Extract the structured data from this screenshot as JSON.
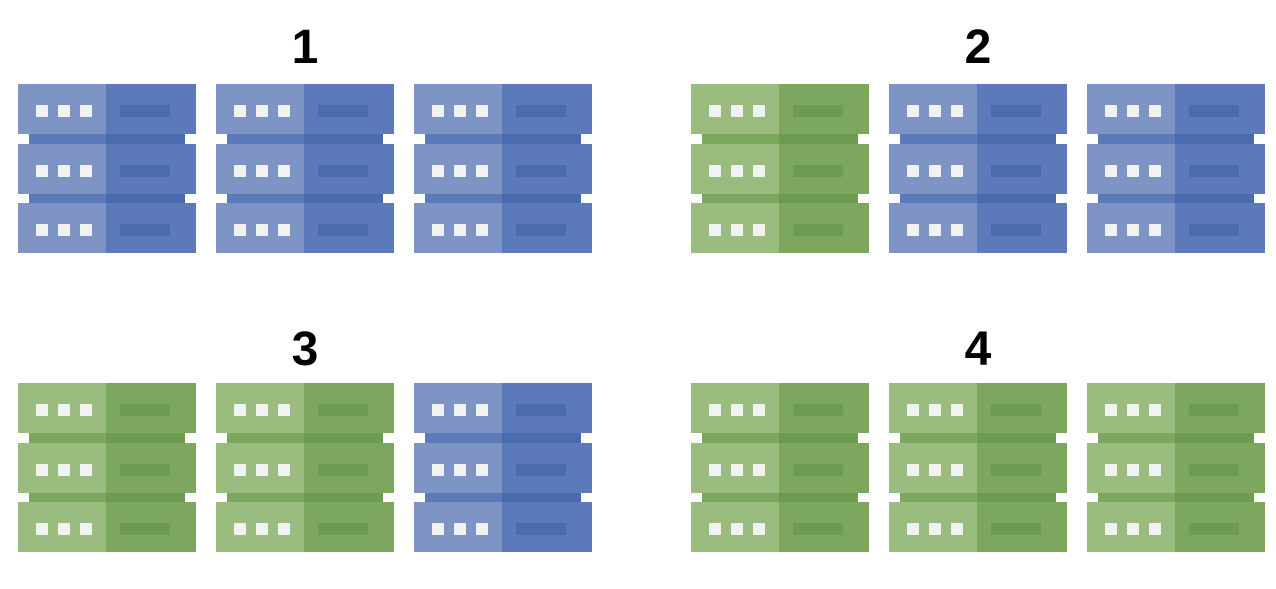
{
  "diagram": {
    "title": "server-migration-steps",
    "background": "#ffffff",
    "label_color": "#000000",
    "colors": {
      "blue": {
        "light": "#7d94c4",
        "dark": "#5c7ab9",
        "darker": "#4a6cae"
      },
      "green": {
        "light": "#9abc7f",
        "dark": "#7da65e",
        "darker": "#6d9b4f"
      },
      "led": "#f1f3f2"
    },
    "servers_per_rack": 3,
    "racks_per_group": 3,
    "groups": [
      {
        "label": "1",
        "racks": [
          "blue",
          "blue",
          "blue"
        ]
      },
      {
        "label": "2",
        "racks": [
          "green",
          "blue",
          "blue"
        ]
      },
      {
        "label": "3",
        "racks": [
          "green",
          "green",
          "blue"
        ]
      },
      {
        "label": "4",
        "racks": [
          "green",
          "green",
          "green"
        ]
      }
    ]
  }
}
